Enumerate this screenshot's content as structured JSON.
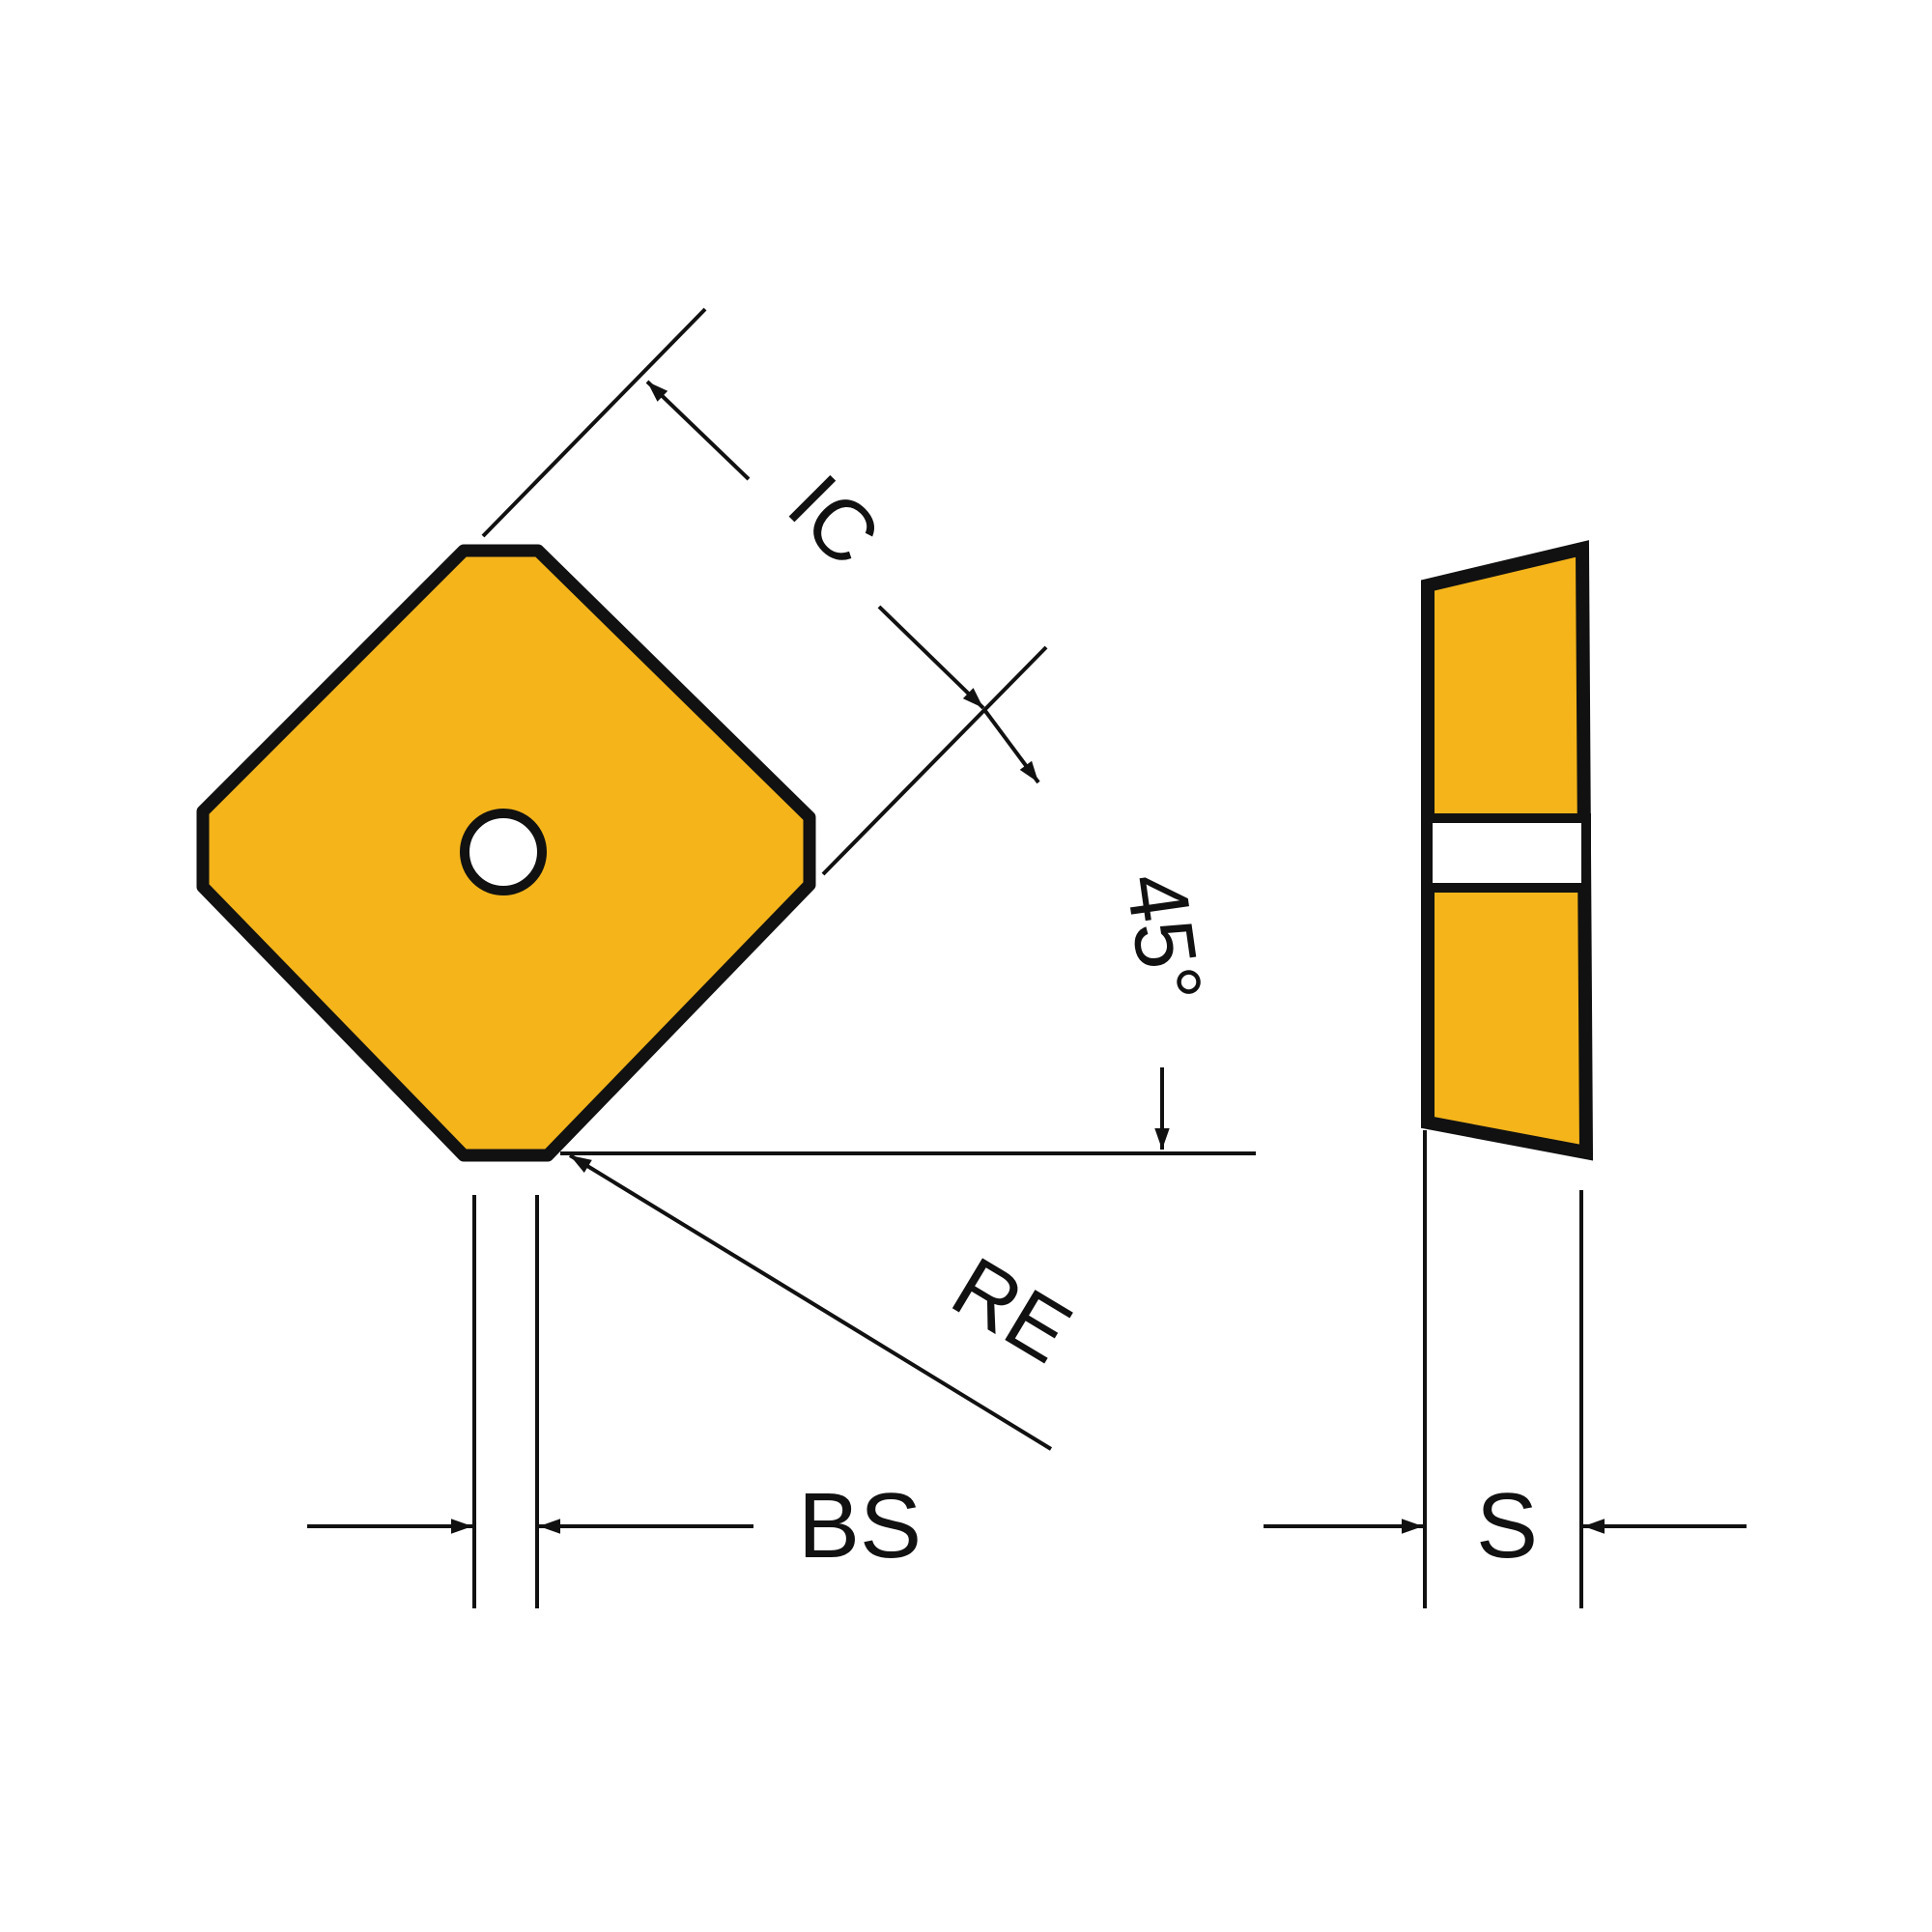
{
  "labels": {
    "ic": "IC",
    "angle": "45°",
    "re": "RE",
    "bs": "BS",
    "s": "S"
  },
  "colors": {
    "insert_fill": "#F4B41A",
    "outline": "#111111",
    "background": "#FFFFFF"
  }
}
